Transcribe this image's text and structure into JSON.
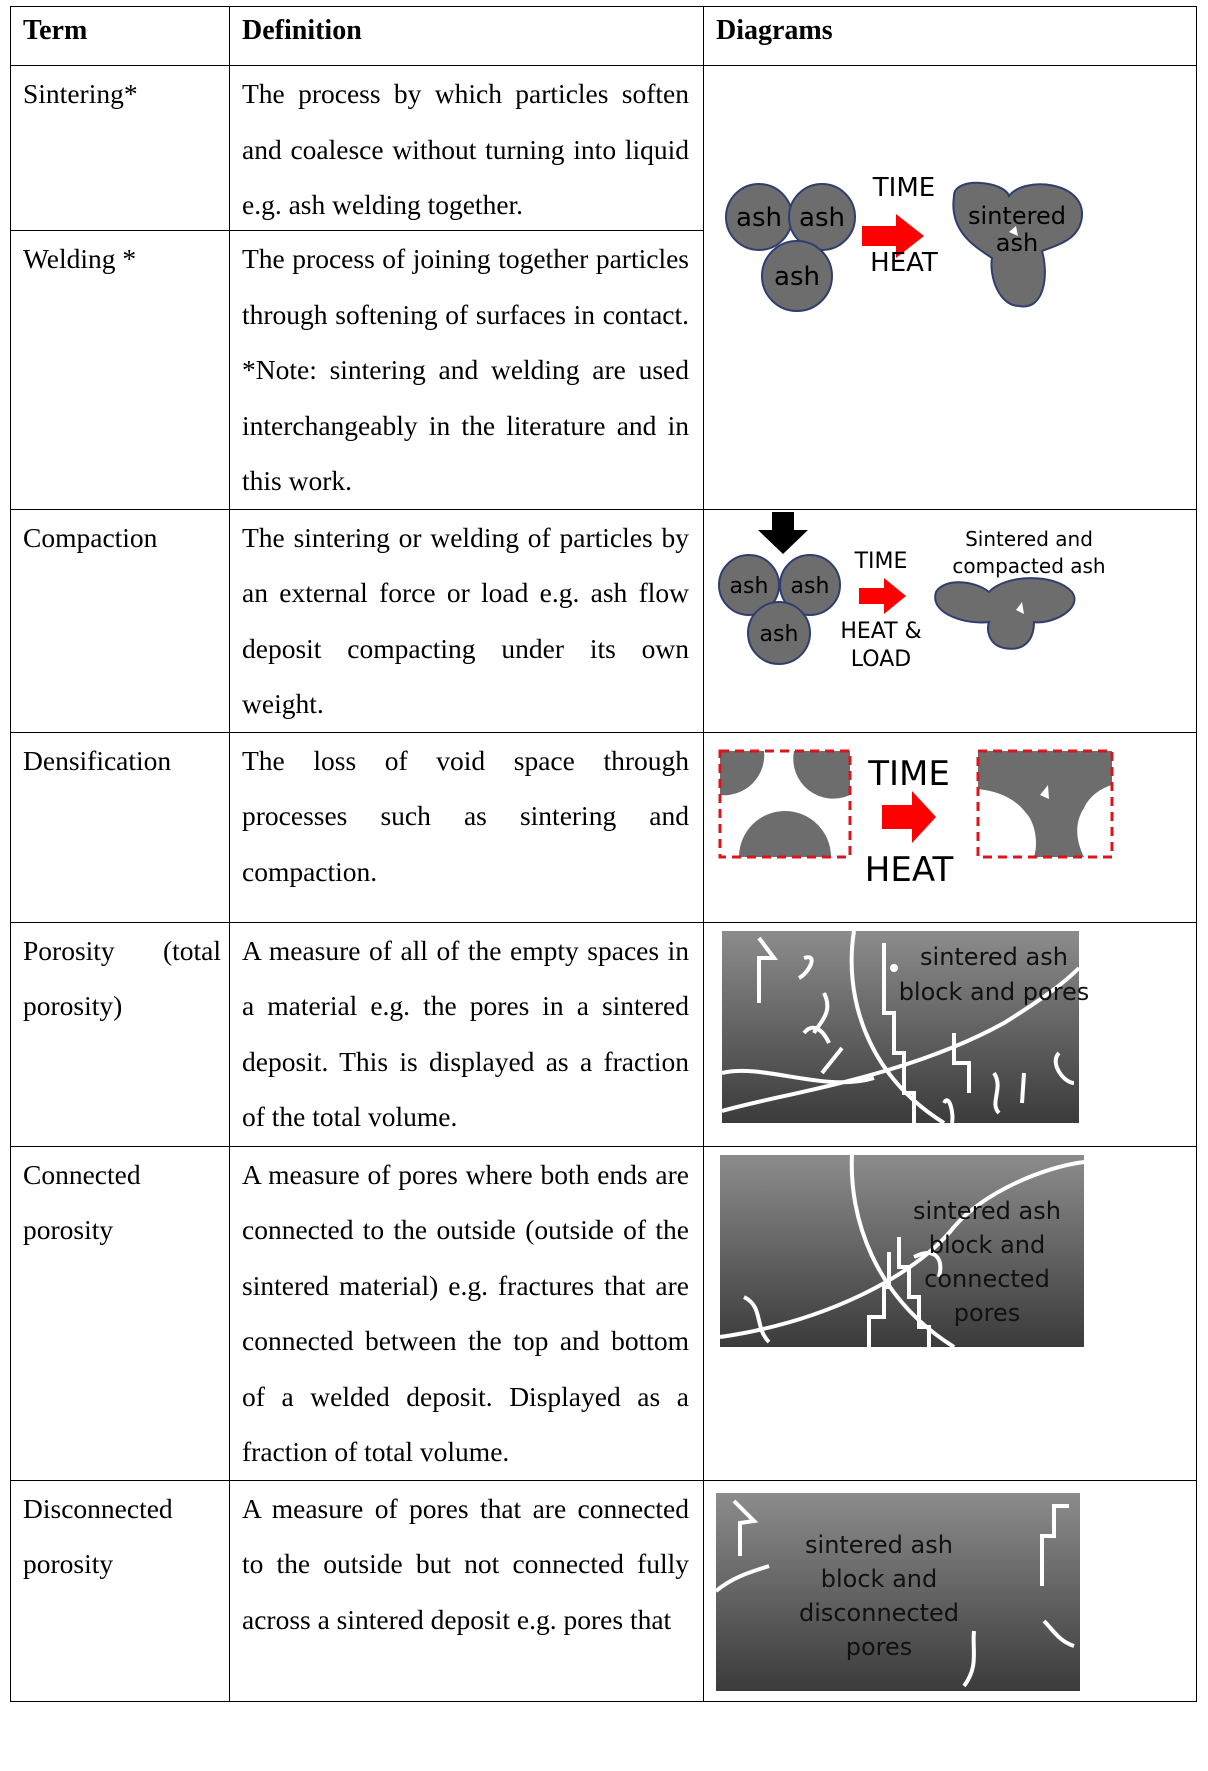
{
  "header": {
    "term": "Term",
    "definition": "Definition",
    "diagrams": "Diagrams"
  },
  "rows": [
    {
      "term": "Sintering*",
      "definition": "The process by which particles soften and coalesce without turning into liquid e.g. ash welding together."
    },
    {
      "term": "Welding *",
      "definition": "The process of joining together particles through softening of surfaces in contact. *Note: sintering and welding are used interchangeably in the literature and in this work."
    },
    {
      "term": "Compaction",
      "definition": "The sintering or welding of particles by an external force or load e.g. ash flow deposit compacting under its own weight."
    },
    {
      "term": "Densification",
      "definition": "The loss of void space through processes such as sintering and compaction."
    },
    {
      "term": "Porosity (total porosity)",
      "definition": "A measure of all of the empty spaces in a material e.g. the pores in a sintered deposit. This is displayed as a fraction of the total volume."
    },
    {
      "term": "Connected porosity",
      "definition": "A measure of pores where both ends are connected to the outside (outside of the sintered material) e.g. fractures that are connected between the top and bottom of a welded deposit. Displayed as a fraction of total volume."
    },
    {
      "term": "Disconnected porosity",
      "definition": "A measure of pores that are connected to the outside but not connected fully across a sintered deposit e.g. pores that"
    }
  ],
  "diagrams": {
    "sintering": {
      "ash": "ash",
      "time": "TIME",
      "heat": "HEAT",
      "result_line1": "sintered",
      "result_line2": "ash"
    },
    "compaction": {
      "ash": "ash",
      "time": "TIME",
      "heat_load_line1": "HEAT &",
      "heat_load_line2": "LOAD",
      "result_line1": "Sintered and",
      "result_line2": "compacted ash"
    },
    "densification": {
      "time": "TIME",
      "heat": "HEAT"
    },
    "porosity": {
      "line1": "sintered ash",
      "line2": "block and pores"
    },
    "connected": {
      "line1": "sintered ash",
      "line2": "block and",
      "line3": "connected",
      "line4": "pores"
    },
    "disconnected": {
      "line1": "sintered ash",
      "line2": "block and",
      "line3": "disconnected",
      "line4": "pores"
    }
  },
  "colors": {
    "particle": "#6d6d6d",
    "particle_stroke": "#2f3e6e",
    "arrow": "#ff0000",
    "black_arrow": "#000000",
    "dashed_box": "#d9161c"
  }
}
